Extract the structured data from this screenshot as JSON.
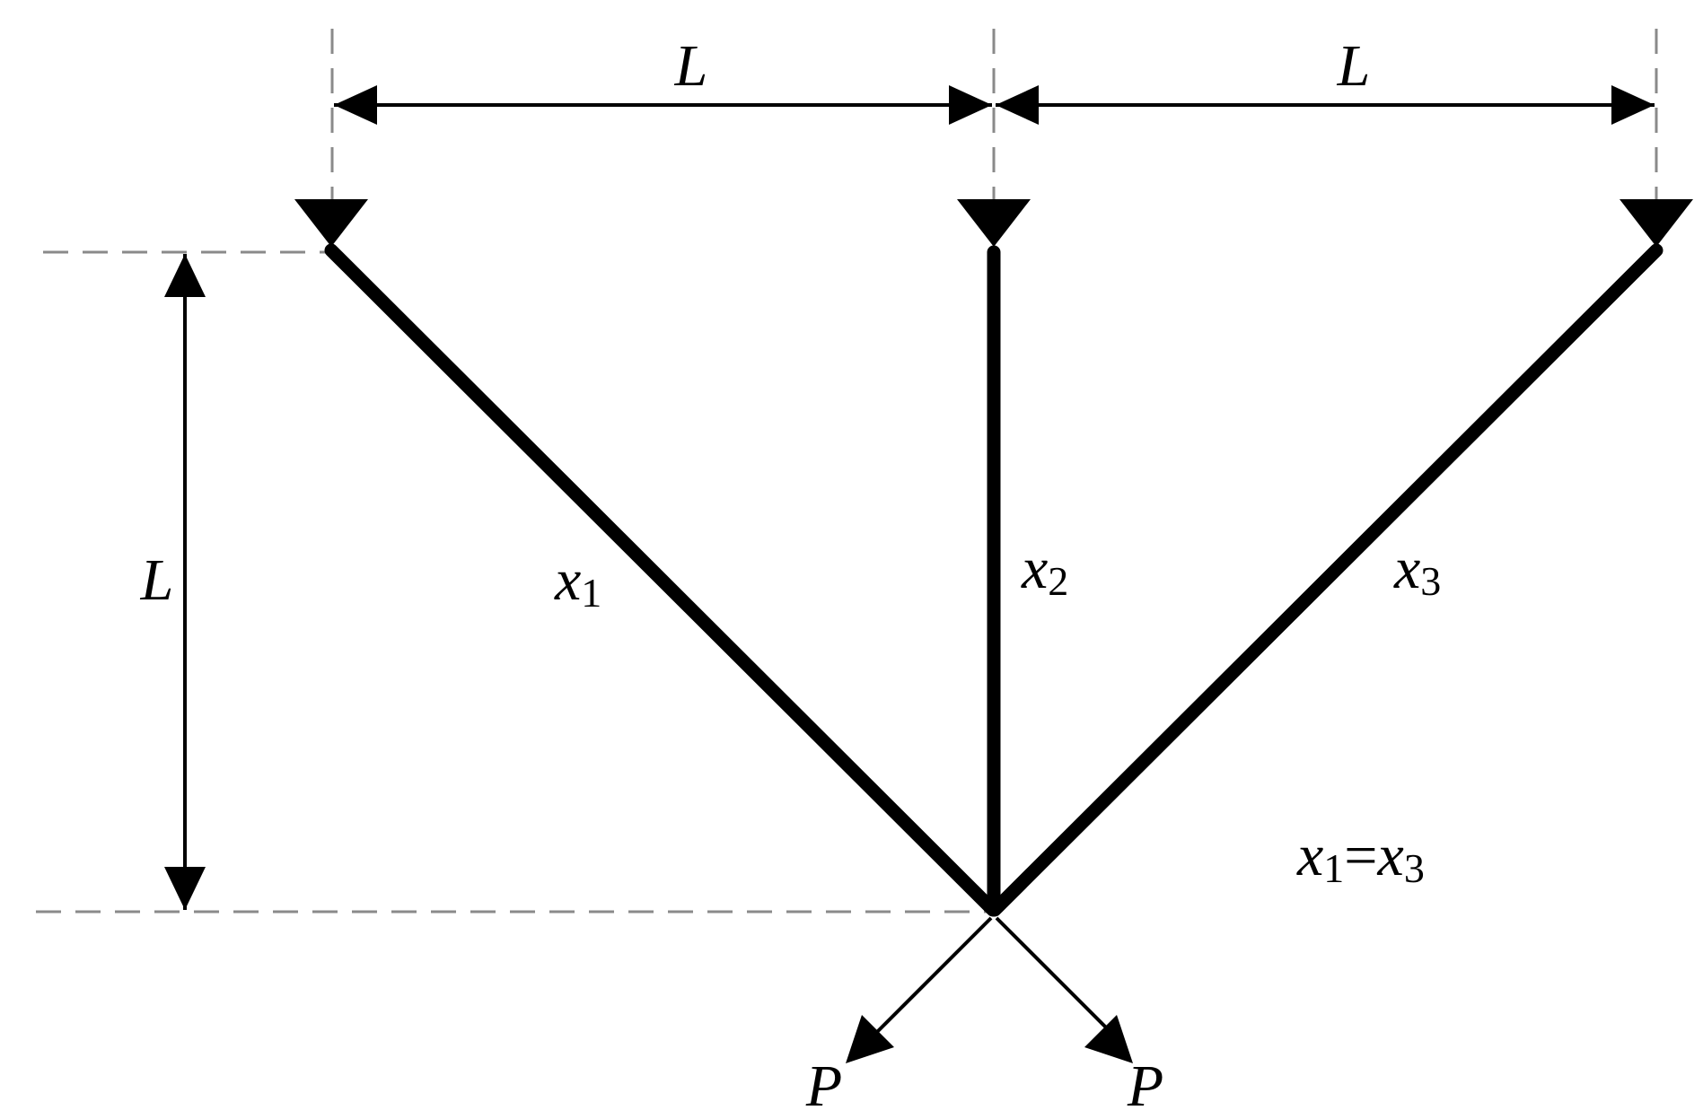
{
  "dimensions": {
    "top_left_span": "L",
    "top_right_span": "L",
    "height": "L"
  },
  "members": [
    {
      "var": "x",
      "sub": "1"
    },
    {
      "var": "x",
      "sub": "2"
    },
    {
      "var": "x",
      "sub": "3"
    }
  ],
  "constraint": {
    "lhs_var": "x",
    "lhs_sub": "1",
    "op": "=",
    "rhs_var": "x",
    "rhs_sub": "3"
  },
  "loads": [
    {
      "label": "P"
    },
    {
      "label": "P"
    }
  ],
  "colors": {
    "line": "#000000",
    "guide": "#8a8a8a",
    "background": "#ffffff"
  }
}
